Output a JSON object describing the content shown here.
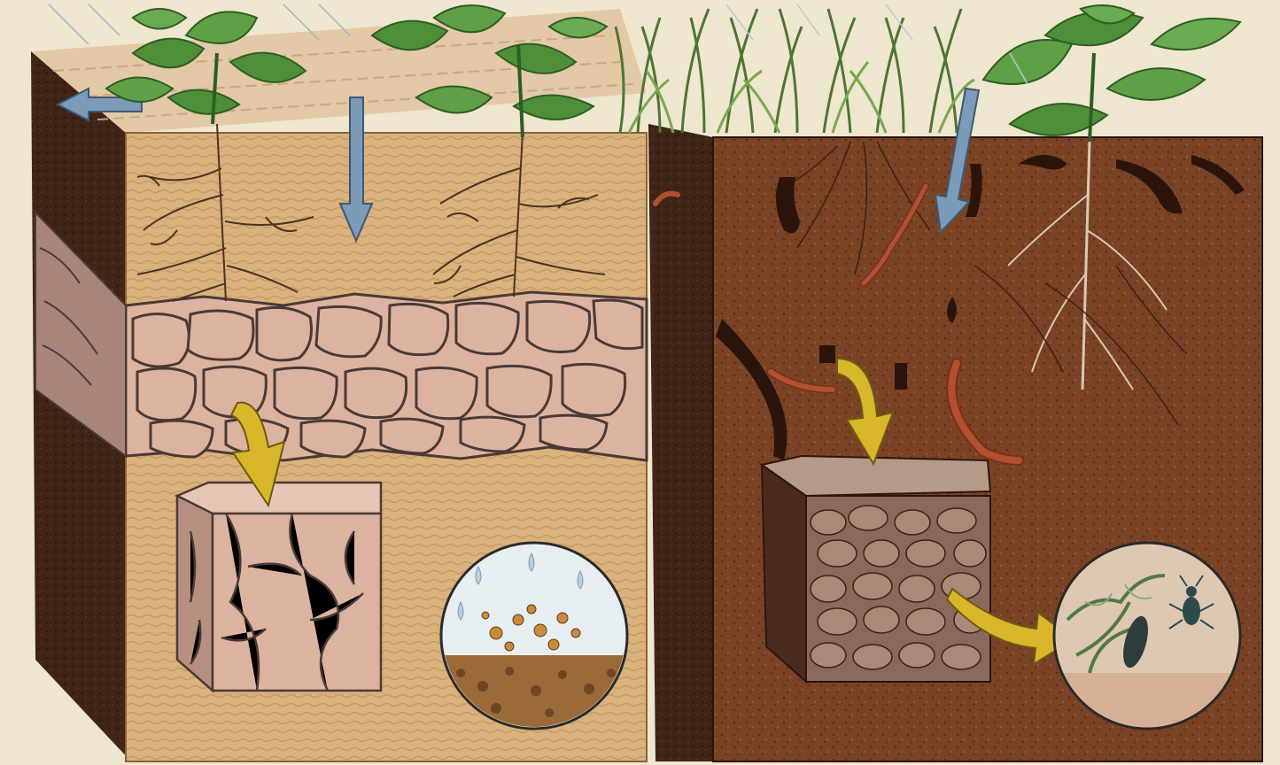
{
  "illustration": {
    "left_panel": {
      "subject": "compacted-soil",
      "features": [
        "plants",
        "rain",
        "surface-runoff",
        "infiltration-arrow",
        "roots",
        "hardpan-layer",
        "cracked-clod-inset",
        "rain-splash-inset"
      ]
    },
    "right_panel": {
      "subject": "healthy-soil",
      "features": [
        "grass",
        "plant",
        "rain",
        "infiltration-arrow",
        "worm-burrows",
        "earthworms",
        "roots",
        "crumbly-aggregate-inset",
        "soil-life-inset"
      ]
    },
    "colors": {
      "paper": "#efe6cf",
      "sandy_soil": "#d9b27c",
      "sandy_shade": "#b8844e",
      "hardpan_stone": "#dcb3a0",
      "hardpan_line": "#4a3a36",
      "rich_soil": "#7a4326",
      "rich_dark": "#3c1f14",
      "leaf": "#4f8f3a",
      "leaf_dark": "#2e5e22",
      "grass": "#6f9a4a",
      "water_arrow": "#7b9bb8",
      "yellow_arrow": "#d8b72a",
      "worm": "#b0502f"
    }
  }
}
